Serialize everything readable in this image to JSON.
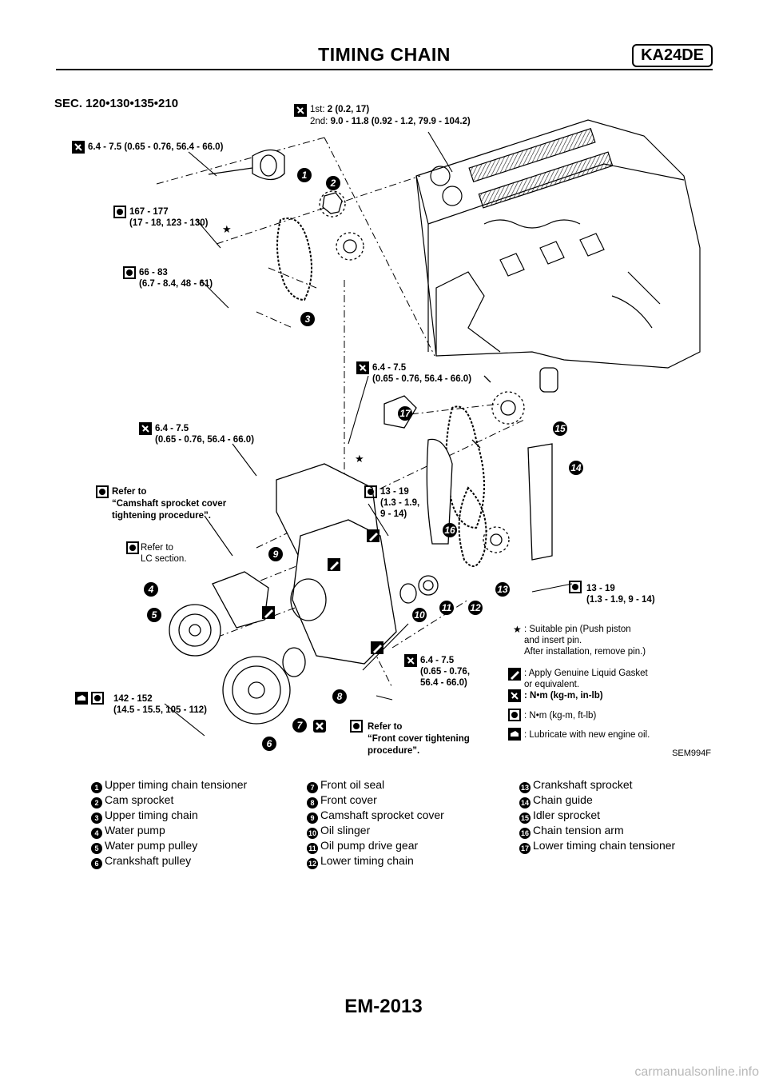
{
  "header": {
    "title": "TIMING CHAIN",
    "model": "KA24DE"
  },
  "figure": {
    "section": "SEC. 120•130•135•210",
    "figure_code": "SEM994F",
    "torque_labels": {
      "camshaft_top": {
        "line1_prefix": "1st: ",
        "line1_value": "2 (0.2, 17)",
        "line2_prefix": "2nd: ",
        "line2_value": "9.0 - 11.8 (0.92 - 1.2, 79.9 - 104.2)"
      },
      "upper_tensioner": "6.4 - 7.5 (0.65 - 0.76, 56.4 - 66.0)",
      "cam_sprocket_bolt": "167 - 177\n(17 - 18, 123 - 130)",
      "chain_guide_bolt": "66 - 83\n(6.7 - 8.4, 48 - 61)",
      "lower_tensioner": "6.4 - 7.5\n(0.65 - 0.76, 56.4 - 66.0)",
      "cover_bolt": "6.4 - 7.5\n(0.65 - 0.76, 56.4 - 66.0)",
      "sprocket_cover_ref": "Refer to\n“Camshaft sprocket cover\ntightening procedure”.",
      "lc_ref": "Refer to\nLC section.",
      "tension_arm_bolt": "13 - 19\n(1.3 - 1.9,\n9 - 14)",
      "chain_guide_lower": "13 - 19\n(1.3 - 1.9, 9 - 14)",
      "front_cover_bolt": "6.4 - 7.5\n(0.65 - 0.76,\n56.4 - 66.0)",
      "crank_pulley_bolt": "142 - 152\n(14.5 - 15.5, 105 - 112)",
      "front_cover_ref": "Refer to\n“Front cover tightening\nprocedure”."
    },
    "legend": {
      "pin": ": Suitable pin (Push piston\nand insert pin.\nAfter installation, remove pin.)",
      "gasket": ": Apply Genuine Liquid Gasket\nor equivalent.",
      "nm_in": ": N•m (kg-m, in-lb)",
      "nm_ft": ": N•m (kg-m, ft-lb)",
      "oil": ": Lubricate with new engine oil."
    },
    "callouts": [
      "1",
      "2",
      "3",
      "4",
      "5",
      "6",
      "7",
      "8",
      "9",
      "10",
      "11",
      "12",
      "13",
      "14",
      "15",
      "16",
      "17"
    ],
    "star": "★"
  },
  "parts": [
    {
      "num": "1",
      "label": "Upper timing chain tensioner"
    },
    {
      "num": "2",
      "label": "Cam sprocket"
    },
    {
      "num": "3",
      "label": "Upper timing chain"
    },
    {
      "num": "4",
      "label": "Water pump"
    },
    {
      "num": "5",
      "label": "Water pump pulley"
    },
    {
      "num": "6",
      "label": "Crankshaft pulley"
    },
    {
      "num": "7",
      "label": "Front oil seal"
    },
    {
      "num": "8",
      "label": "Front cover"
    },
    {
      "num": "9",
      "label": "Camshaft sprocket cover"
    },
    {
      "num": "10",
      "label": "Oil slinger"
    },
    {
      "num": "11",
      "label": "Oil pump drive gear"
    },
    {
      "num": "12",
      "label": "Lower timing chain"
    },
    {
      "num": "13",
      "label": "Crankshaft sprocket"
    },
    {
      "num": "14",
      "label": "Chain guide"
    },
    {
      "num": "15",
      "label": "Idler sprocket"
    },
    {
      "num": "16",
      "label": "Chain tension arm"
    },
    {
      "num": "17",
      "label": "Lower timing chain tensioner"
    }
  ],
  "footer": {
    "page_number": "EM-2013"
  },
  "watermark": "carmanualsonline.info"
}
